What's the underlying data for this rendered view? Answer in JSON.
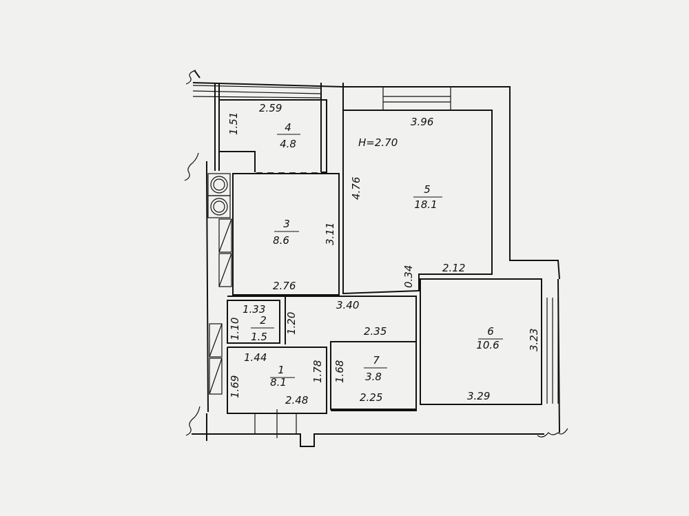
{
  "plan": {
    "ceiling_height": "H=2.70",
    "rooms": [
      {
        "number": "1",
        "area": "8.1"
      },
      {
        "number": "2",
        "area": "1.5"
      },
      {
        "number": "3",
        "area": "8.6"
      },
      {
        "number": "4",
        "area": "4.8"
      },
      {
        "number": "5",
        "area": "18.1"
      },
      {
        "number": "6",
        "area": "10.6"
      },
      {
        "number": "7",
        "area": "3.8"
      }
    ],
    "dimensions": {
      "r4_width": "2.59",
      "r4_height": "1.51",
      "r5_width": "3.96",
      "r5_height": "4.76",
      "r5_step_width": "2.12",
      "r5_step_depth": "0.34",
      "r3_width": "2.76",
      "r3_height": "3.11",
      "corridor_width": "3.40",
      "r2_width": "1.33",
      "r2_height": "1.10",
      "r1_height_right": "1.20",
      "r1_width_top": "1.44",
      "r1_height_inner": "1.78",
      "r1_height_left": "1.69",
      "r1_width_bottom": "2.48",
      "r7_width_top": "2.35",
      "r7_height": "1.68",
      "r7_width_bottom": "2.25",
      "r6_height": "3.23",
      "r6_width": "3.29"
    }
  }
}
